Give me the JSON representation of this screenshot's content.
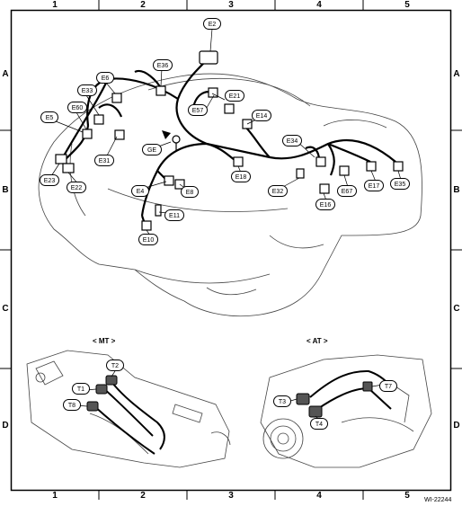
{
  "grid": {
    "columns": [
      "1",
      "2",
      "3",
      "4",
      "5"
    ],
    "rows": [
      "A",
      "B",
      "C",
      "D"
    ]
  },
  "connectors": {
    "E2": "E2",
    "E36": "E36",
    "E6": "E6",
    "E33": "E33",
    "E60": "E60",
    "E5": "E5",
    "E21": "E21",
    "E57": "E57",
    "E14": "E14",
    "GE": "GE",
    "E31": "E31",
    "E23": "E23",
    "E22": "E22",
    "E34": "E34",
    "E18": "E18",
    "E4": "E4",
    "E8": "E8",
    "E11": "E11",
    "E10": "E10",
    "E32": "E32",
    "E16": "E16",
    "E67": "E67",
    "E17": "E17",
    "E35": "E35",
    "T2": "T2",
    "T1": "T1",
    "T8": "T8",
    "T3": "T3",
    "T4": "T4",
    "T7": "T7"
  },
  "captions": {
    "mt": "< MT >",
    "at": "< AT >"
  },
  "figure_ref": "WI-22244"
}
